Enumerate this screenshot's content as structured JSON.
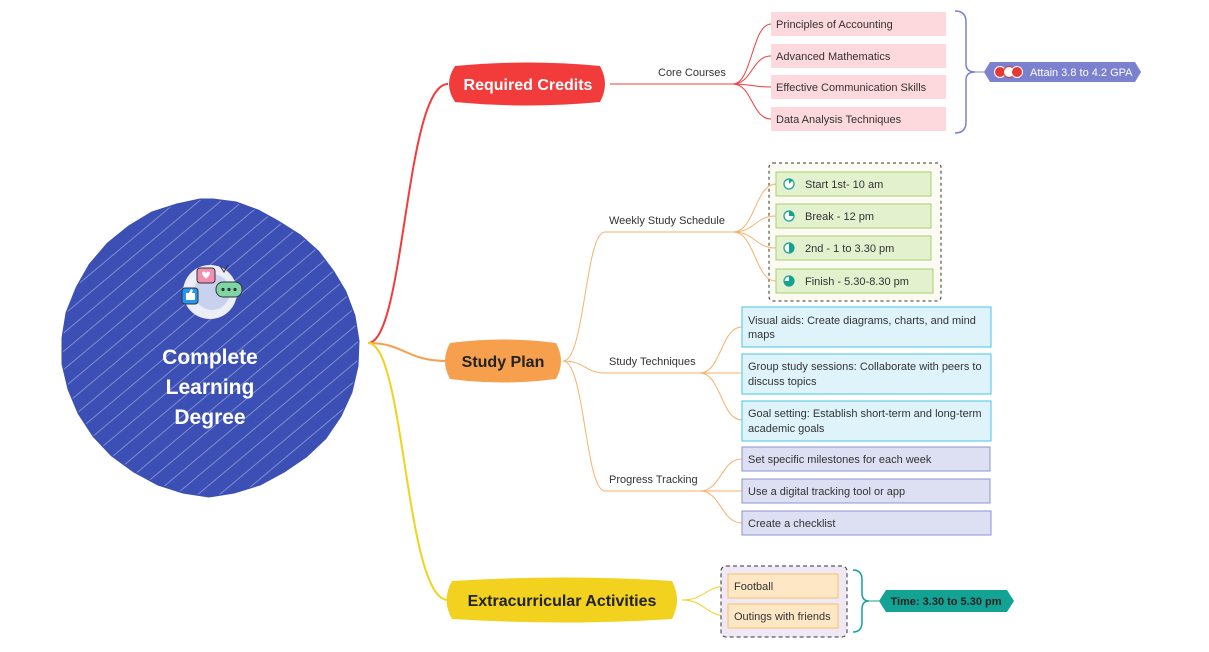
{
  "root": {
    "title_lines": [
      "Complete",
      "Learning",
      "Degree"
    ],
    "icon": "social-chat-icon",
    "color": "#3b4fb5"
  },
  "topics": {
    "required_credits": {
      "label": "Required Credits",
      "color": "#f23c3c",
      "subtopic": "Core Courses",
      "items": [
        "Principles of Accounting",
        "Advanced Mathematics",
        "Effective Communication Skills",
        "Data Analysis Techniques"
      ],
      "summary": "Attain 3.8 to 4.2 GPA",
      "summary_icon": "priority-marker-icon"
    },
    "study_plan": {
      "label": "Study Plan",
      "color": "#f6a04d",
      "schedule": {
        "label": "Weekly Study Schedule",
        "items": [
          "Start 1st- 10 am",
          "Break - 12 pm",
          "2nd - 1 to 3.30 pm",
          "Finish - 5.30-8.30 pm"
        ],
        "progress": [
          0.125,
          0.25,
          0.5,
          0.75
        ]
      },
      "techniques": {
        "label": "Study Techniques",
        "items": [
          [
            "Visual aids: Create diagrams, charts, and mind",
            "maps"
          ],
          [
            "Group study sessions: Collaborate with peers to",
            "discuss topics"
          ],
          [
            "Goal setting: Establish short-term and long-term",
            "academic goals"
          ]
        ]
      },
      "tracking": {
        "label": "Progress Tracking",
        "items": [
          "Set specific milestones for each week",
          "Use a digital tracking tool or app",
          "Create a checklist"
        ]
      }
    },
    "extracurricular": {
      "label": "Extracurricular Activities",
      "color": "#f2d21f",
      "items": [
        "Football",
        "Outings with friends"
      ],
      "summary": "Time: 3.30 to 5.30 pm"
    }
  },
  "colors": {
    "red_leaf_fill": "#fdd8dc",
    "green_leaf_fill": "#e4f1cf",
    "blue_leaf_fill": "#dff3fb",
    "lavender_leaf_fill": "#dddff3",
    "orange_leaf_fill": "#fde7c4",
    "gpa_badge": "#7b80cf",
    "time_badge": "#13a395"
  }
}
